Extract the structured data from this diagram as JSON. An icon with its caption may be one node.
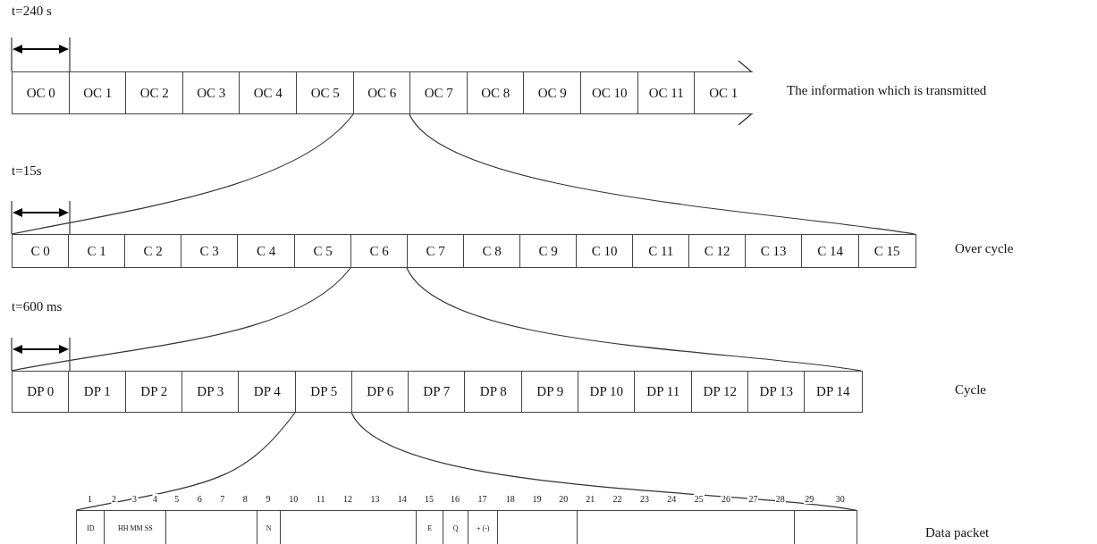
{
  "diagram": {
    "nodes": [
      {
        "text": [
          "OC 0"
        ]
      },
      {
        "text": [
          "OC 1"
        ]
      },
      {
        "text": [
          "OC 2"
        ]
      },
      {
        "text": [
          "OC 3"
        ]
      },
      {
        "text": [
          "OC 4"
        ]
      },
      {
        "text": [
          "OC 5"
        ]
      },
      {
        "text": [
          "OC 6"
        ]
      },
      {
        "text": [
          "OC 7"
        ]
      },
      {
        "text": [
          "OC 8"
        ]
      },
      {
        "text": [
          "OC 9"
        ]
      },
      {
        "text": [
          "OC 10"
        ]
      },
      {
        "text": [
          "OC 11"
        ]
      },
      {
        "text": [
          "OC 1"
        ]
      },
      {
        "text": [
          "C 0"
        ]
      },
      {
        "text": [
          "C 1"
        ]
      },
      {
        "text": [
          "C 2"
        ]
      },
      {
        "text": [
          "C 3"
        ]
      },
      {
        "text": [
          "C 4"
        ]
      },
      {
        "text": [
          "C 5"
        ]
      },
      {
        "text": [
          "C 6"
        ]
      },
      {
        "text": [
          "C 7"
        ]
      },
      {
        "text": [
          "C 8"
        ]
      },
      {
        "text": [
          "C 9"
        ]
      },
      {
        "text": [
          "C 10"
        ]
      },
      {
        "text": [
          "C 11"
        ]
      },
      {
        "text": [
          "C 12"
        ]
      },
      {
        "text": [
          "C 13"
        ]
      },
      {
        "text": [
          "C 14"
        ]
      },
      {
        "text": [
          "C 15"
        ]
      },
      {
        "text": [
          "DP 0"
        ]
      },
      {
        "text": [
          "DP 1"
        ]
      },
      {
        "text": [
          "DP 2"
        ]
      },
      {
        "text": [
          "DP 3"
        ]
      },
      {
        "text": [
          "DP 4"
        ]
      },
      {
        "text": [
          "DP 5"
        ]
      },
      {
        "text": [
          "DP 6"
        ]
      },
      {
        "text": [
          "DP 7"
        ]
      },
      {
        "text": [
          "DP 8"
        ]
      },
      {
        "text": [
          "DP 9"
        ]
      },
      {
        "text": [
          "DP 10"
        ]
      },
      {
        "text": [
          "DP 11"
        ]
      },
      {
        "text": [
          "DP 12"
        ]
      },
      {
        "text": [
          "DP 13"
        ]
      },
      {
        "text": [
          "DP 14"
        ]
      },
      {
        "text": [
          "ID"
        ]
      },
      {
        "text": [
          "HH MM SS"
        ]
      },
      {
        "text": [],
        "shape": "box"
      },
      {
        "text": [
          "N"
        ]
      },
      {
        "text": [],
        "shape": "box"
      },
      {
        "text": [
          "E"
        ]
      },
      {
        "text": [
          "Q"
        ]
      },
      {
        "text": [
          "+ (-)"
        ]
      },
      {
        "text": [],
        "shape": "box"
      },
      {
        "text": [],
        "shape": "box"
      },
      {
        "text": [],
        "shape": "box"
      }
    ],
    "edges": [
      {
        "from": 6,
        "to": 13,
        "arrow": "none"
      },
      {
        "from": 6,
        "to": 28,
        "arrow": "none"
      },
      {
        "from": 19,
        "to": 29,
        "arrow": "none"
      },
      {
        "from": 19,
        "to": 43,
        "arrow": "none"
      },
      {
        "from": 34,
        "to": 44,
        "arrow": "none"
      },
      {
        "from": 34,
        "to": 54,
        "arrow": "none"
      }
    ],
    "labels": [
      "t=240 s",
      "The information which is transmitted",
      "t=15s",
      "Over cycle",
      "t=600 ms",
      "Cycle",
      "1",
      "2",
      "3",
      "4",
      "5",
      "6",
      "7",
      "8",
      "9",
      "10",
      "11",
      "12",
      "13",
      "14",
      "15",
      "16",
      "17",
      "18",
      "19",
      "20",
      "21",
      "22",
      "23",
      "24",
      "25",
      "26",
      "27",
      "28",
      "29",
      "30",
      "Data packet"
    ]
  }
}
